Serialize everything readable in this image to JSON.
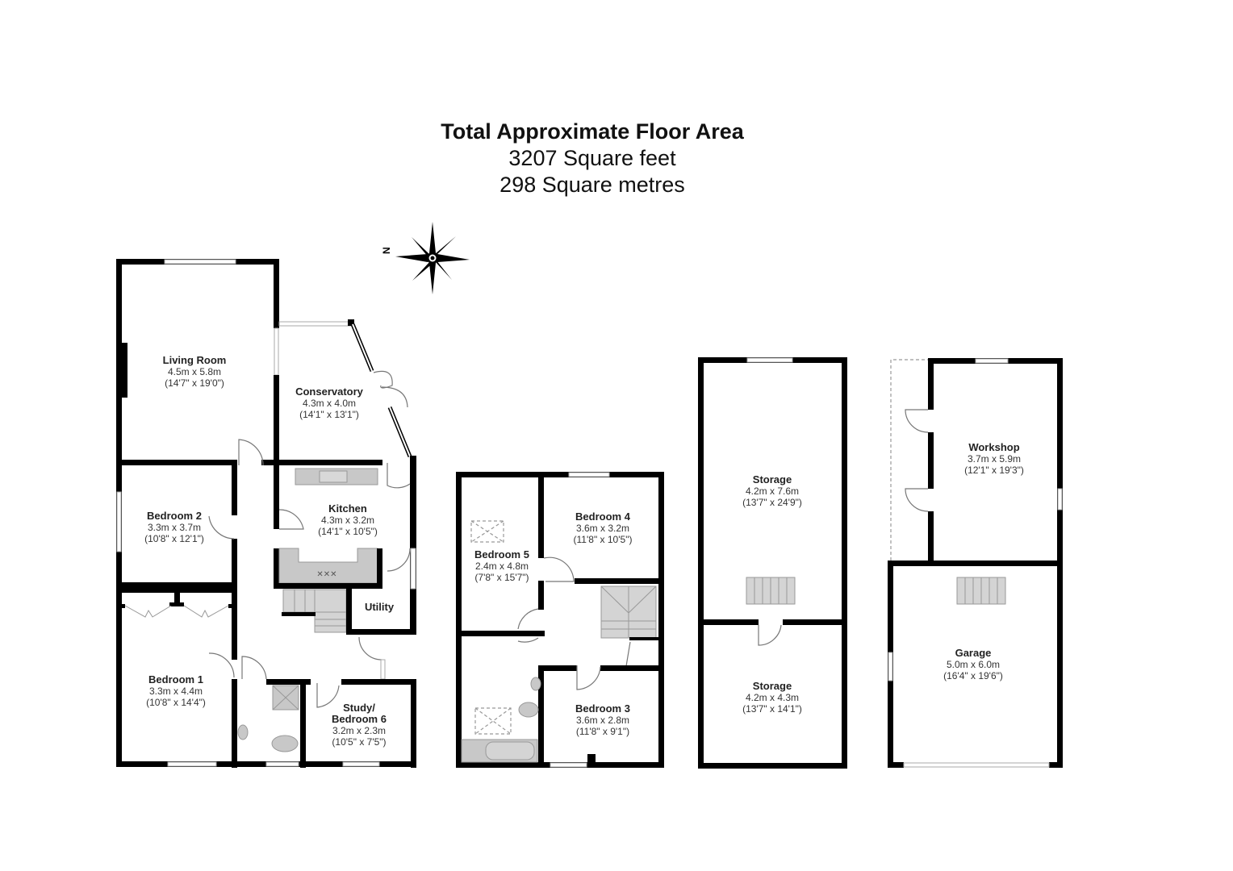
{
  "header": {
    "title": "Total Approximate Floor Area",
    "area_sqft": "3207 Square feet",
    "area_sqm": "298 Square metres"
  },
  "compass": {
    "label": "N"
  },
  "rooms": {
    "living_room": {
      "name": "Living Room",
      "metric": "4.5m x 5.8m",
      "imperial": "(14'7\" x 19'0\")"
    },
    "conservatory": {
      "name": "Conservatory",
      "metric": "4.3m x 4.0m",
      "imperial": "(14'1\" x 13'1\")"
    },
    "bedroom_2": {
      "name": "Bedroom 2",
      "metric": "3.3m x 3.7m",
      "imperial": "(10'8\" x 12'1\")"
    },
    "kitchen": {
      "name": "Kitchen",
      "metric": "4.3m x 3.2m",
      "imperial": "(14'1\" x 10'5\")"
    },
    "utility": {
      "name": "Utility"
    },
    "bedroom_1": {
      "name": "Bedroom 1",
      "metric": "3.3m x 4.4m",
      "imperial": "(10'8\" x 14'4\")"
    },
    "study": {
      "name_line1": "Study/",
      "name_line2": "Bedroom 6",
      "metric": "3.2m x 2.3m",
      "imperial": "(10'5\" x 7'5\")"
    },
    "bedroom_5": {
      "name": "Bedroom 5",
      "metric": "2.4m x 4.8m",
      "imperial": "(7'8\" x 15'7\")"
    },
    "bedroom_4": {
      "name": "Bedroom 4",
      "metric": "3.6m x 3.2m",
      "imperial": "(11'8\" x 10'5\")"
    },
    "bedroom_3": {
      "name": "Bedroom 3",
      "metric": "3.6m x 2.8m",
      "imperial": "(11'8\" x 9'1\")"
    },
    "storage_upper": {
      "name": "Storage",
      "metric": "4.2m x 7.6m",
      "imperial": "(13'7\" x 24'9\")"
    },
    "storage_lower": {
      "name": "Storage",
      "metric": "4.2m x 4.3m",
      "imperial": "(13'7\" x 14'1\")"
    },
    "workshop": {
      "name": "Workshop",
      "metric": "3.7m x 5.9m",
      "imperial": "(12'1\" x 19'3\")"
    },
    "garage": {
      "name": "Garage",
      "metric": "5.0m x 6.0m",
      "imperial": "(16'4\" x 19'6\")"
    }
  }
}
